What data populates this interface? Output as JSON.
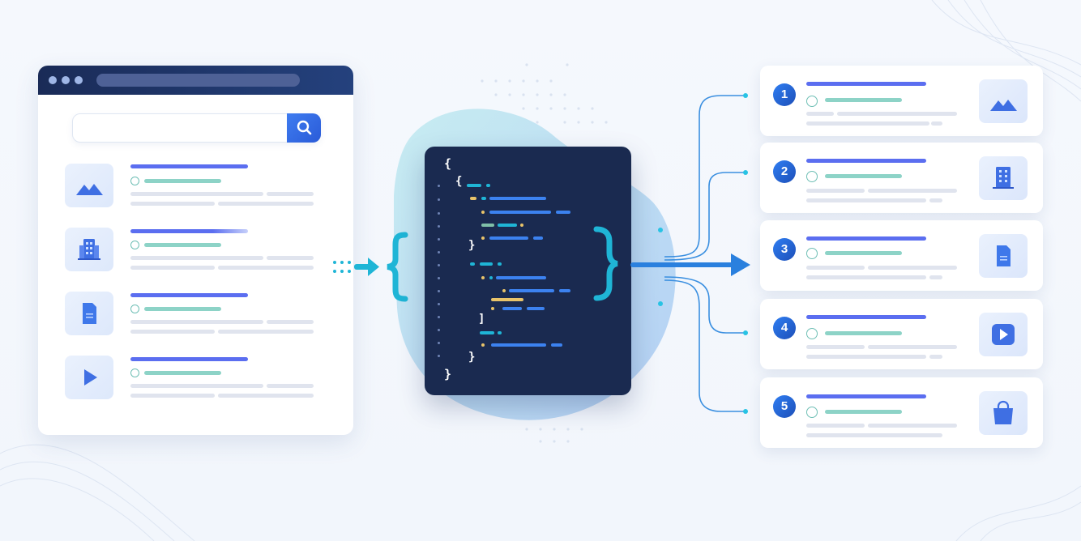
{
  "results": [
    {
      "number": "1",
      "icon": "mountain-icon"
    },
    {
      "number": "2",
      "icon": "building-icon"
    },
    {
      "number": "3",
      "icon": "document-icon"
    },
    {
      "number": "4",
      "icon": "play-icon"
    },
    {
      "number": "5",
      "icon": "shopping-bag-icon"
    }
  ],
  "code": {
    "open_brace": "{",
    "close_brace": "}"
  },
  "colors": {
    "accent_blue": "#5b6ef0",
    "accent_green": "#8dd3c7",
    "teal": "#1fb5d6",
    "navy": "#1a2a50"
  }
}
